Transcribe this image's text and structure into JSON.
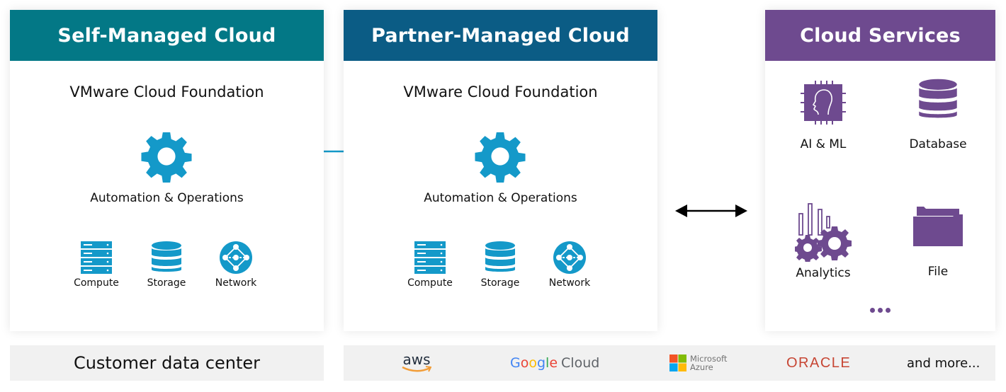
{
  "colors": {
    "self_managed": "#037886",
    "partner_managed": "#0b5c85",
    "cloud_services": "#6e4a8f",
    "icon_blue": "#1499c9",
    "footer_bg": "#f1f1f1"
  },
  "panels": [
    {
      "title": "Self-Managed Cloud",
      "subtitle": "VMware Cloud Foundation",
      "ops_label": "Automation & Operations",
      "resources": [
        {
          "label": "Compute",
          "icon": "server-rack-icon"
        },
        {
          "label": "Storage",
          "icon": "database-icon"
        },
        {
          "label": "Network",
          "icon": "network-icon"
        }
      ],
      "footer": "Customer data center"
    },
    {
      "title": "Partner-Managed Cloud",
      "subtitle": "VMware Cloud Foundation",
      "ops_label": "Automation & Operations",
      "resources": [
        {
          "label": "Compute",
          "icon": "server-rack-icon"
        },
        {
          "label": "Storage",
          "icon": "database-icon"
        },
        {
          "label": "Network",
          "icon": "network-icon"
        }
      ],
      "footer_logos": [
        "aws",
        "Google Cloud",
        "Microsoft Azure",
        "ORACLE",
        "and more..."
      ]
    },
    {
      "title": "Cloud Services",
      "services": [
        {
          "label": "AI & ML",
          "icon": "ai-chip-head-icon"
        },
        {
          "label": "Database",
          "icon": "database-icon"
        },
        {
          "label": "Analytics",
          "icon": "analytics-gears-icon"
        },
        {
          "label": "File",
          "icon": "folder-icon"
        }
      ],
      "more": "..."
    }
  ],
  "logos": {
    "aws": "aws",
    "google": [
      "G",
      "o",
      "o",
      "g",
      "l",
      "e"
    ],
    "google_cloud": "Cloud",
    "ms_line1": "Microsoft",
    "ms_line2": "Azure",
    "oracle": "ORACLE",
    "more": "and more..."
  },
  "connector": "bidirectional-arrow"
}
